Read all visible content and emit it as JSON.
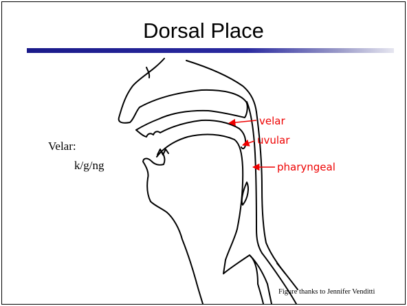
{
  "slide": {
    "title": "Dorsal Place",
    "body_heading": "Velar:",
    "body_examples": "k/g/ng",
    "credit": "Figure thanks to Jennifer Venditti"
  },
  "diagram": {
    "annotation_color": "#ee0000",
    "labels": {
      "velar": "velar",
      "uvular": "uvular",
      "pharyngeal": "pharyngeal"
    }
  },
  "colors": {
    "title_rule": "#1a1a8a"
  }
}
